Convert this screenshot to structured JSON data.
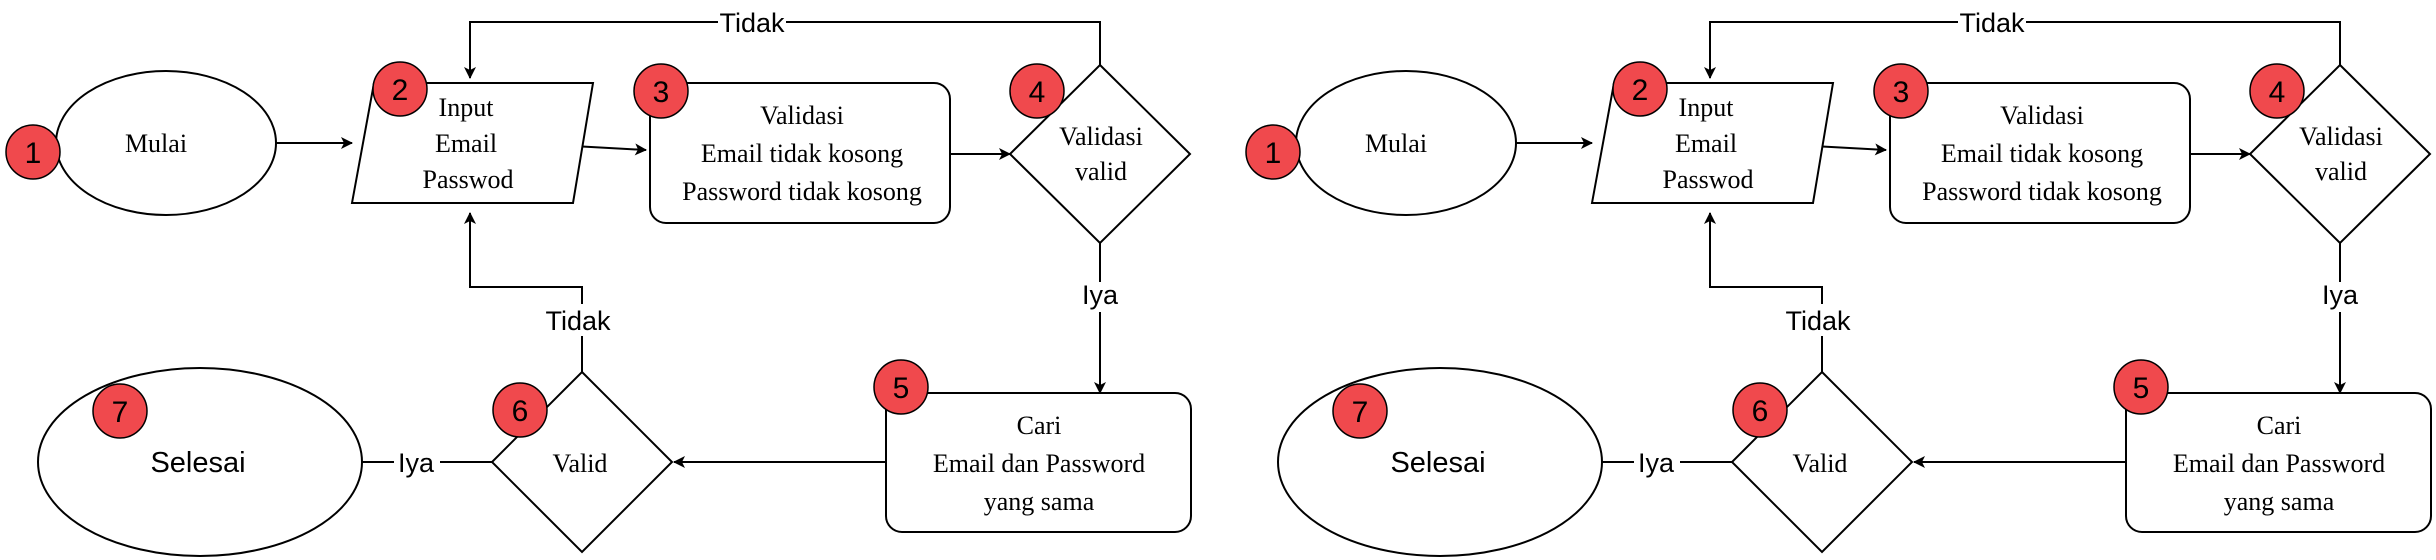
{
  "diagram": {
    "nodes": {
      "start": {
        "lines": [
          "Mulai"
        ],
        "badge": "1"
      },
      "input": {
        "lines": [
          "Input",
          "Email",
          "Passwod"
        ],
        "badge": "2"
      },
      "validate": {
        "lines": [
          "Validasi",
          "Email tidak kosong",
          "Password tidak kosong"
        ],
        "badge": "3"
      },
      "decision_valid": {
        "lines": [
          "Validasi",
          "valid"
        ],
        "badge": "4"
      },
      "search": {
        "lines": [
          "Cari",
          "Email dan Password",
          "yang sama"
        ],
        "badge": "5"
      },
      "decision_found": {
        "lines": [
          "Valid"
        ],
        "badge": "6"
      },
      "end": {
        "lines": [
          "Selesai"
        ],
        "badge": "7"
      }
    },
    "edge_labels": {
      "top_no": "Tidak",
      "yes_down": "Iya",
      "mid_no": "Tidak",
      "yes_left": "Iya"
    },
    "colors": {
      "badge_fill": "#f0494d",
      "stroke": "#000000",
      "fill": "#ffffff"
    }
  }
}
